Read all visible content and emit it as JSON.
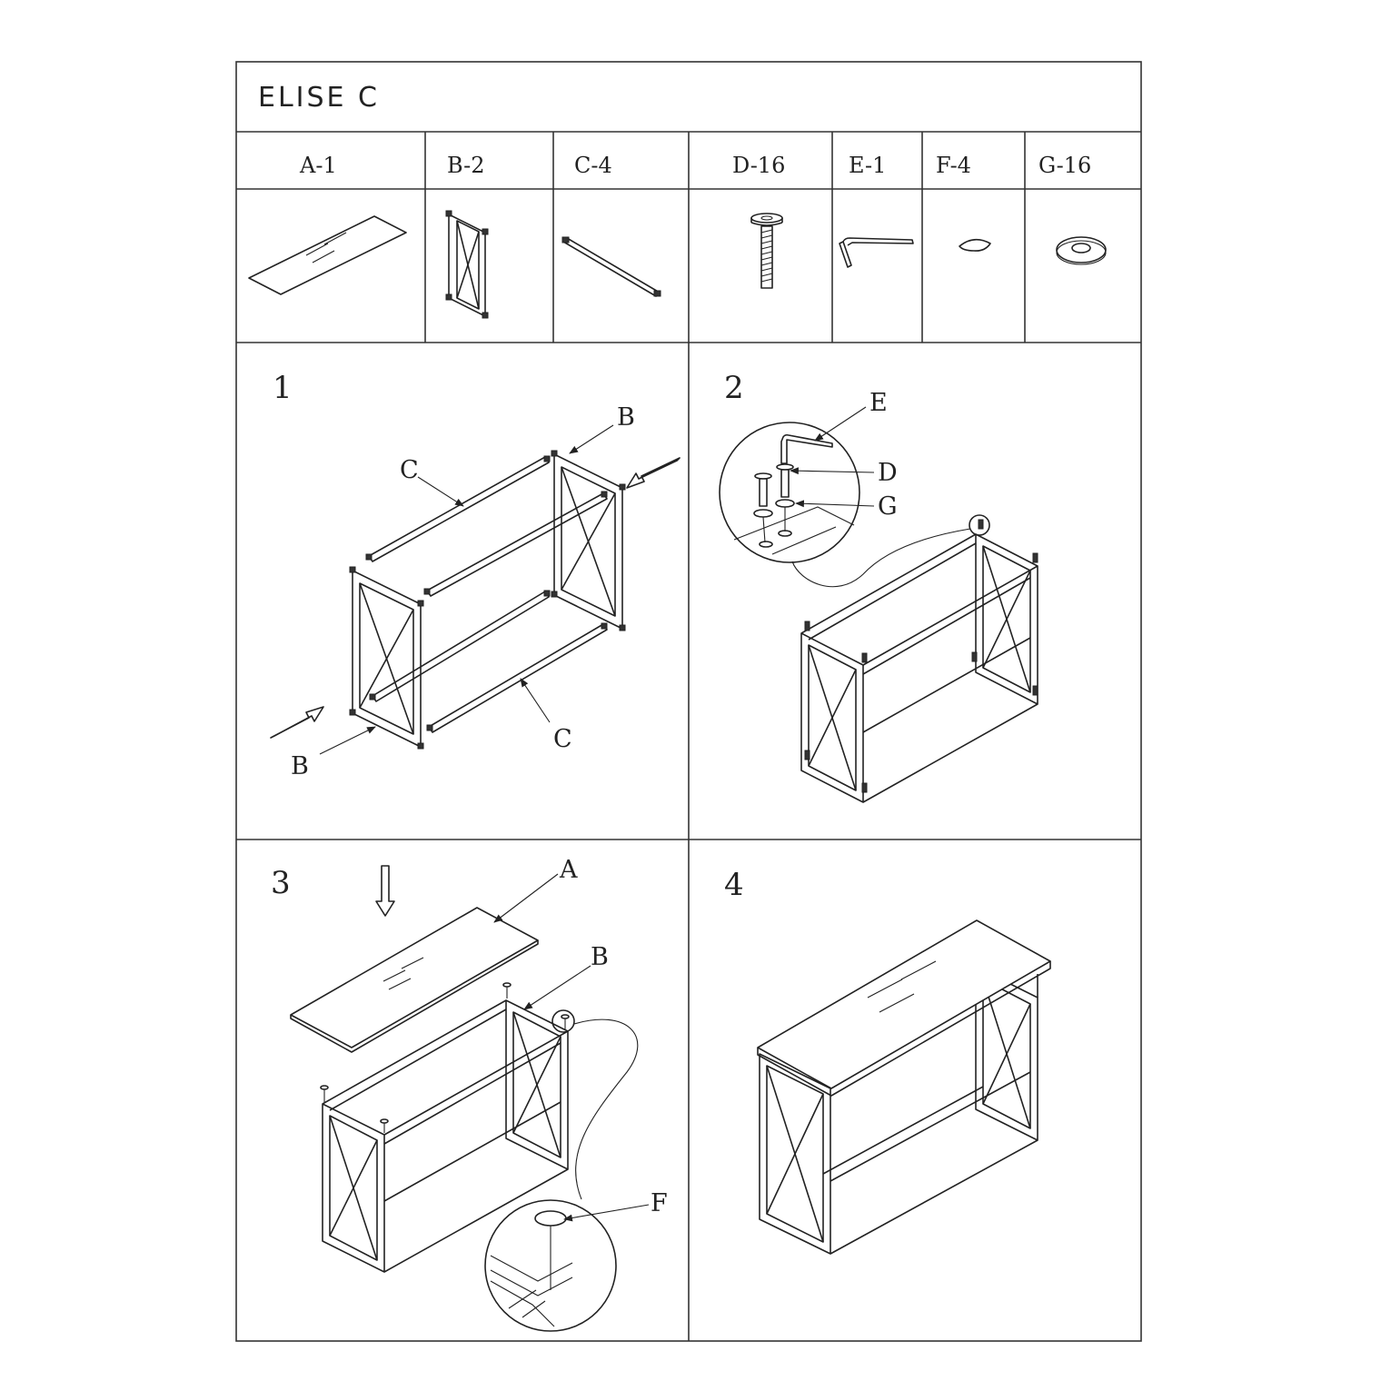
{
  "title": "ELISE C",
  "parts": [
    {
      "code": "A-1",
      "icon": "glass-top-icon"
    },
    {
      "code": "B-2",
      "icon": "side-frame-icon"
    },
    {
      "code": "C-4",
      "icon": "rail-bar-icon"
    },
    {
      "code": "D-16",
      "icon": "bolt-icon"
    },
    {
      "code": "E-1",
      "icon": "allen-key-icon"
    },
    {
      "code": "F-4",
      "icon": "pad-icon"
    },
    {
      "code": "G-16",
      "icon": "washer-icon"
    }
  ],
  "steps": [
    {
      "number": "1",
      "labels": [
        "C",
        "B",
        "C",
        "B"
      ]
    },
    {
      "number": "2",
      "labels": [
        "E",
        "D",
        "G"
      ]
    },
    {
      "number": "3",
      "labels": [
        "A",
        "B",
        "F"
      ]
    },
    {
      "number": "4",
      "labels": []
    }
  ]
}
